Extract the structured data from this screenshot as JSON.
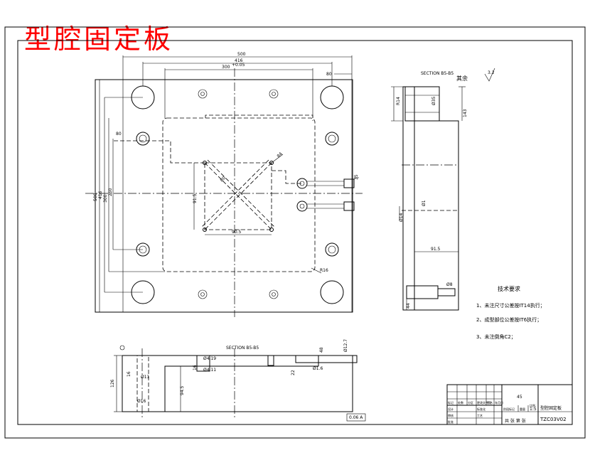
{
  "title": "型腔固定板",
  "drawing": {
    "front_view": {
      "dim_top_outer": "500",
      "dim_top_mid": "416",
      "dim_top_inner": "300",
      "dim_top_inner_tol": "+0.05",
      "dim_right_top": "80",
      "dim_left_outer": "500",
      "dim_left_mid": "416",
      "dim_left_inner": "300",
      "dim_left_inner2": "250",
      "dim_left_label": "80",
      "dim_square_h": "91.5",
      "dim_square_w": "90.5",
      "dim_diag": "80",
      "dim_pin": "84",
      "dim_r": "R16",
      "dim_right_side": "35"
    },
    "side_view": {
      "section_label": "SECTION B5-B5",
      "roughness_label": "其余",
      "roughness_value": "3.2",
      "dim_top_a": "R14",
      "dim_top_b": "Ø35",
      "dim_height": "143",
      "dim_mid_a": "Ø14",
      "dim_mid_b": "Ø1",
      "dim_bottom_w": "91.5",
      "dim_bottom_pin": "Ø8",
      "dim_bottom_h": "44"
    },
    "bottom_view": {
      "section_label": "SECTION B5-B5",
      "dim_top_a": "Ø4.19",
      "dim_top_b": "Ø4.11",
      "dim_right_a": "Ø1.6",
      "dim_right_b": "Ø12.7",
      "dim_right_c": "48",
      "dim_left_h": "126",
      "dim_left_a": "16",
      "dim_left_b": "Ø11",
      "dim_mid_h": "94.5",
      "dim_bottom_a": "Ø16",
      "dim_small_a": "16",
      "dim_small_b": "22",
      "dim_ref": "0.06 A"
    },
    "tech_req": {
      "heading": "技术要求",
      "items": [
        "1、未注尺寸公差按IT14执行；",
        "2、成型部位公差按IT6执行；",
        "3、未注倒角C2；"
      ]
    },
    "title_block": {
      "scale": "1:5",
      "part_name": "型腔固定板",
      "code": "TZC03V02",
      "material": "45",
      "row_labels": [
        "标记",
        "处数",
        "分区",
        "更改文件号",
        "签名",
        "年月日"
      ],
      "row2_labels": [
        "设计",
        "标准化",
        "阶段标记",
        "重量",
        "比例"
      ],
      "row3_labels": [
        "审核",
        "工艺",
        "批准"
      ],
      "sheet_text": "共 张 第 张"
    }
  }
}
